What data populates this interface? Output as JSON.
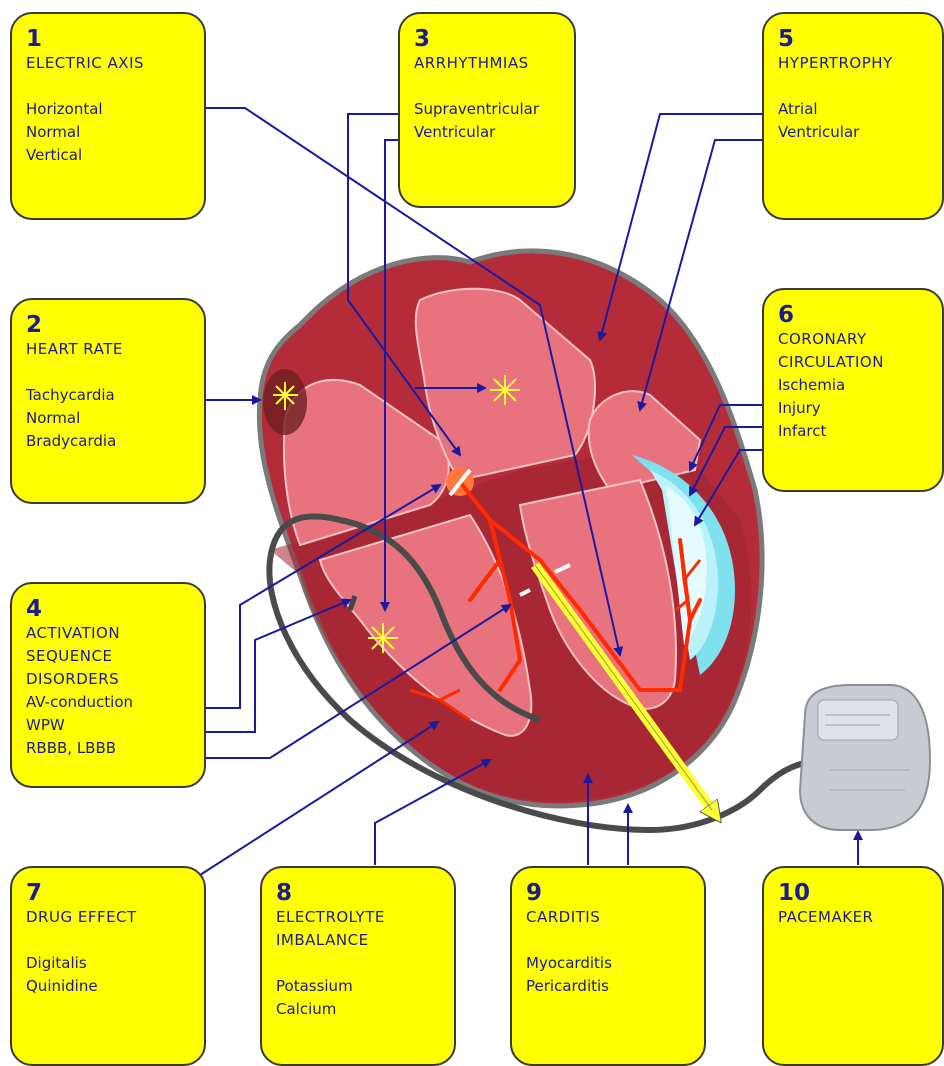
{
  "boxes": [
    {
      "number": "1",
      "title": [
        "ELECTRIC AXIS"
      ],
      "items": [
        "Horizontal",
        "Normal",
        "Vertical"
      ]
    },
    {
      "number": "2",
      "title": [
        "HEART RATE"
      ],
      "items": [
        "Tachycardia",
        "Normal",
        "Bradycardia"
      ]
    },
    {
      "number": "3",
      "title": [
        "ARRHYTHMIAS"
      ],
      "items": [
        "Supraventricular",
        "Ventricular"
      ]
    },
    {
      "number": "4",
      "title": [
        "ACTIVATION",
        "SEQUENCE",
        "DISORDERS"
      ],
      "items": [
        "AV-conduction",
        "WPW",
        "RBBB, LBBB"
      ]
    },
    {
      "number": "5",
      "title": [
        "HYPERTROPHY"
      ],
      "items": [
        "Atrial",
        "Ventricular"
      ]
    },
    {
      "number": "6",
      "title": [
        "CORONARY",
        "CIRCULATION"
      ],
      "items": [
        "Ischemia",
        "Injury",
        "Infarct"
      ]
    },
    {
      "number": "7",
      "title": [
        "DRUG EFFECT"
      ],
      "items": [
        "Digitalis",
        "Quinidine"
      ]
    },
    {
      "number": "8",
      "title": [
        "ELECTROLYTE",
        "IMBALANCE"
      ],
      "items": [
        "Potassium",
        "Calcium"
      ]
    },
    {
      "number": "9",
      "title": [
        "CARDITIS"
      ],
      "items": [
        "Myocarditis",
        "Pericarditis"
      ]
    },
    {
      "number": "10",
      "title": [
        "PACEMAKER"
      ],
      "items": []
    }
  ],
  "colors": {
    "box_fill": "#ffff00",
    "box_text": "#1c1c8c",
    "arrow": "#1a1aa0",
    "heart_outer": "#b42c3a",
    "heart_inner": "#e8737e",
    "conduction": "#ff2a00",
    "infarct_zone": "#7fe0ee",
    "pacemaker_lead": "#444444",
    "electrode": "#ffff33"
  }
}
